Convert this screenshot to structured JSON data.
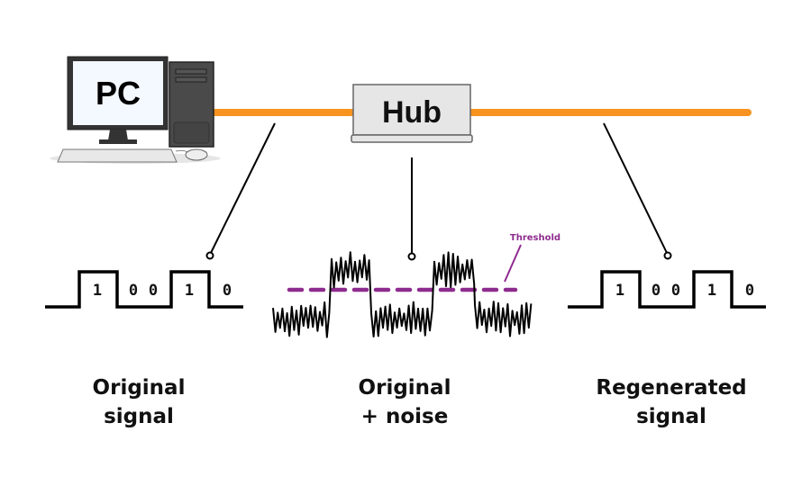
{
  "pc_label": "PC",
  "hub_label": "Hub",
  "threshold_label": "Threshold",
  "bits": [
    "1",
    "0",
    "0",
    "1",
    "0"
  ],
  "captions": {
    "original": [
      "Original",
      "signal"
    ],
    "noisy": [
      "Original",
      "+ noise"
    ],
    "regenerated": [
      "Regenerated",
      "signal"
    ]
  },
  "colors": {
    "cable": "#f7931e",
    "threshold": "#8e2b8e",
    "stroke": "#000000"
  }
}
